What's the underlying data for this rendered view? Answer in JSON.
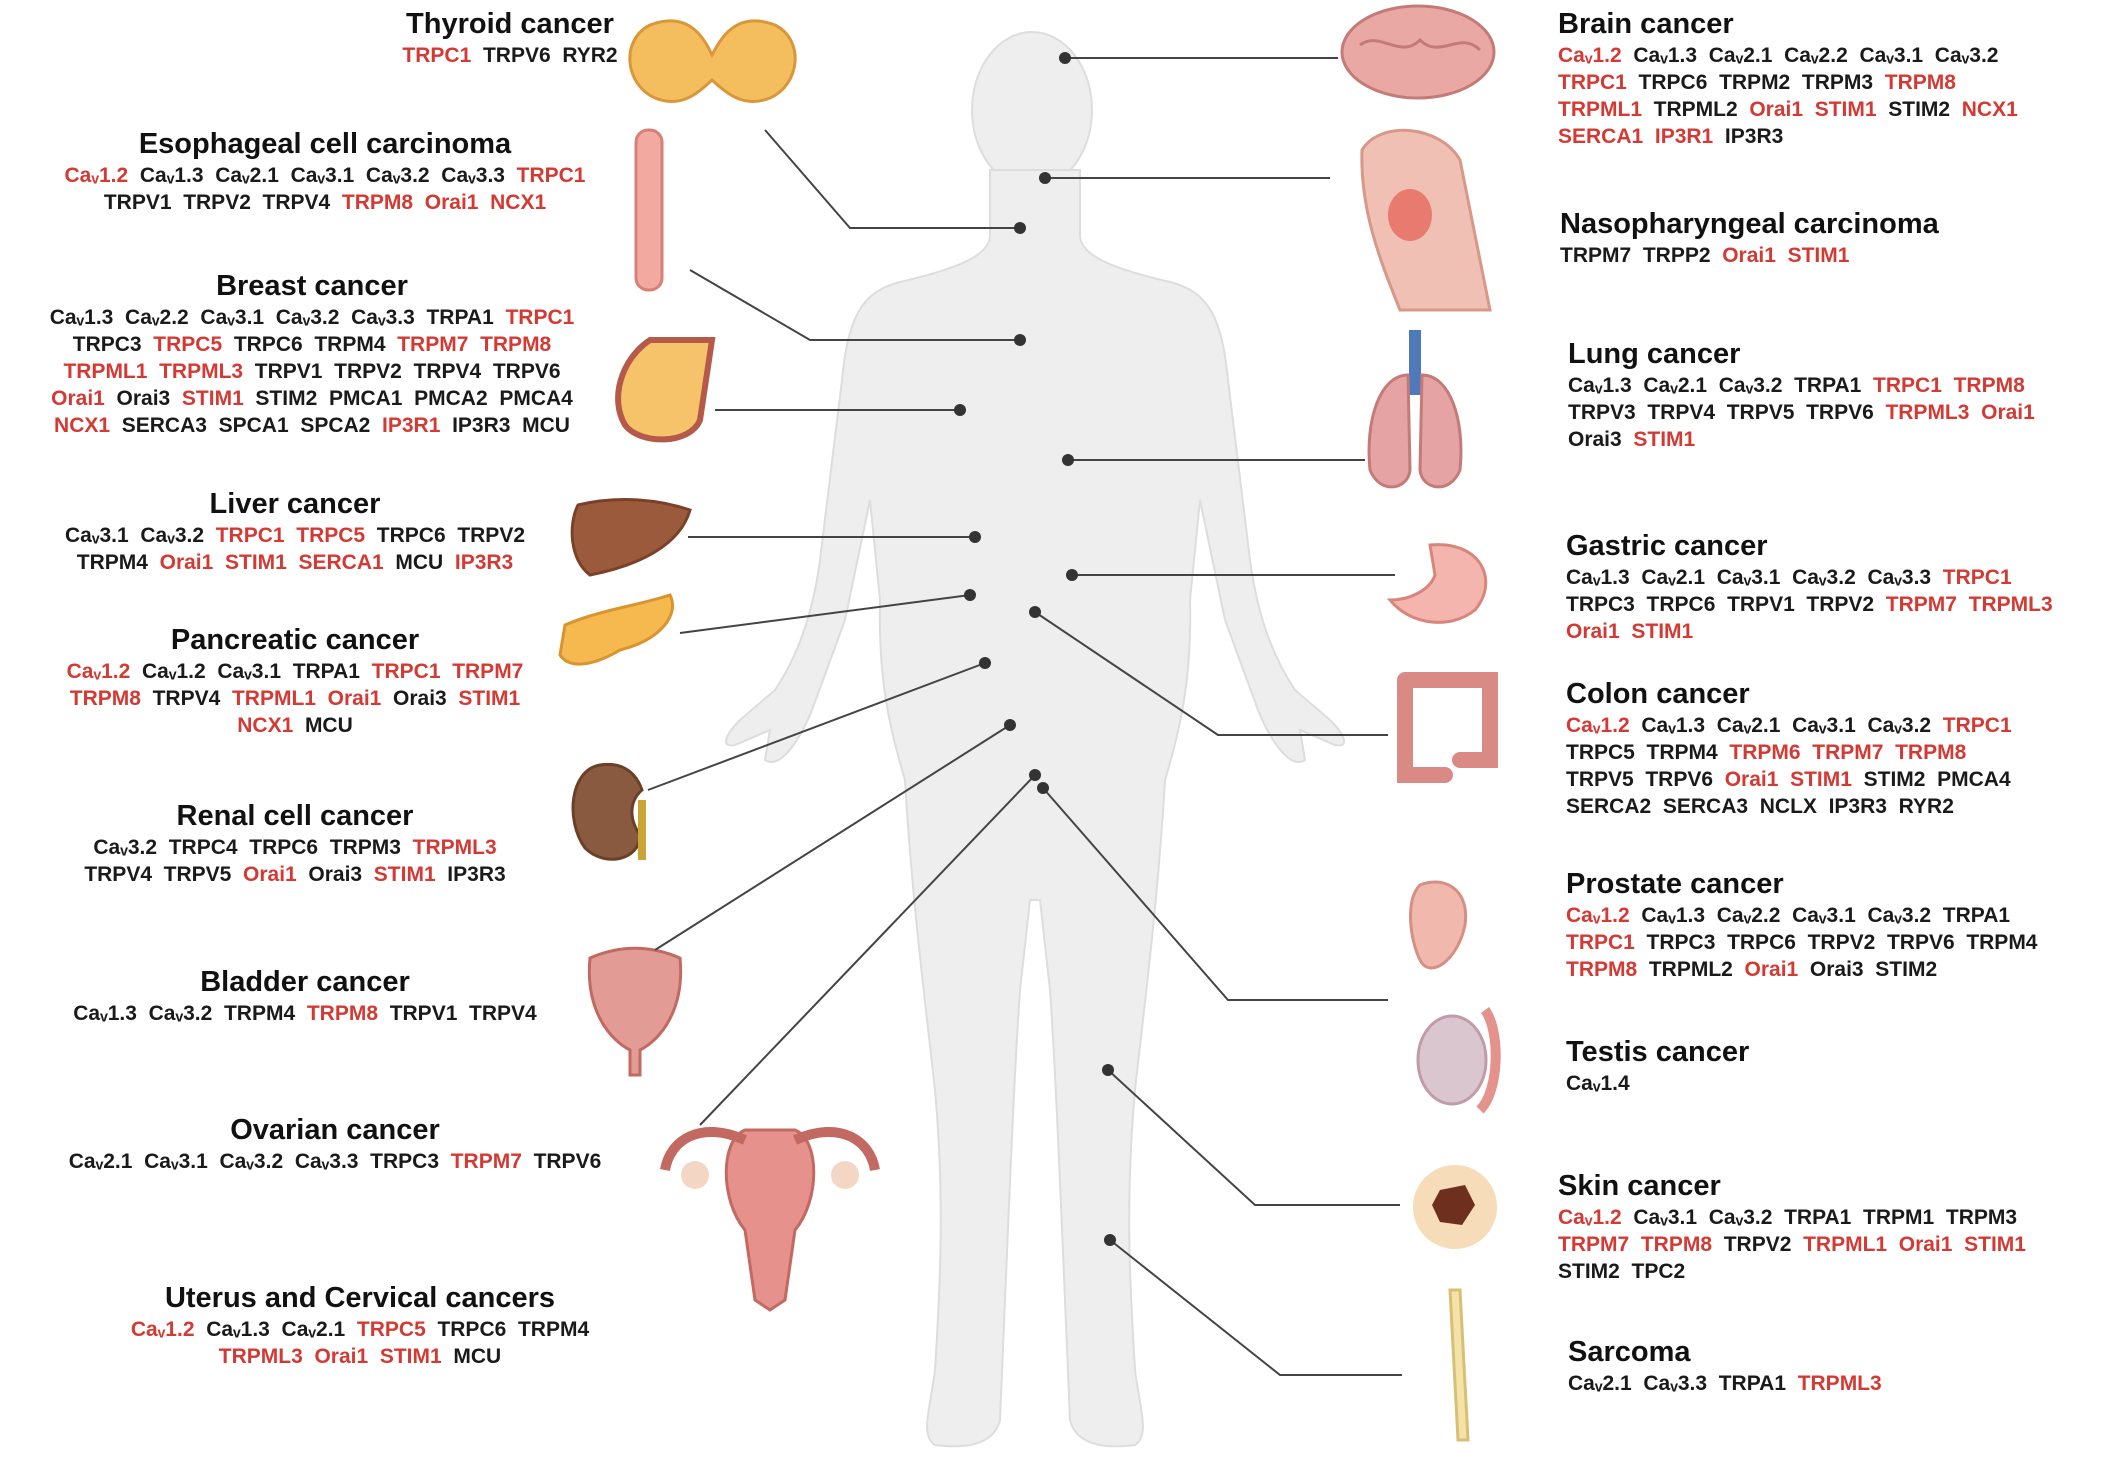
{
  "left": [
    {
      "id": "thyroid",
      "title": "Thyroid cancer",
      "lines": [
        [
          [
            "TRPC1",
            1
          ],
          [
            "TRPV6",
            0
          ],
          [
            "RYR2",
            0
          ]
        ]
      ]
    },
    {
      "id": "esophageal",
      "title": "Esophageal cell carcinoma",
      "lines": [
        [
          [
            "Caᵥ1.2",
            1
          ],
          [
            "Caᵥ1.3",
            0
          ],
          [
            "Caᵥ2.1",
            0
          ],
          [
            "Caᵥ3.1",
            0
          ],
          [
            "Caᵥ3.2",
            0
          ],
          [
            "Caᵥ3.3",
            0
          ],
          [
            "TRPC1",
            1
          ]
        ],
        [
          [
            "TRPV1",
            0
          ],
          [
            "TRPV2",
            0
          ],
          [
            "TRPV4",
            0
          ],
          [
            "TRPM8",
            1
          ],
          [
            "Orai1",
            1
          ],
          [
            "NCX1",
            1
          ]
        ]
      ]
    },
    {
      "id": "breast",
      "title": "Breast cancer",
      "lines": [
        [
          [
            "Caᵥ1.3",
            0
          ],
          [
            "Caᵥ2.2",
            0
          ],
          [
            "Caᵥ3.1",
            0
          ],
          [
            "Caᵥ3.2",
            0
          ],
          [
            "Caᵥ3.3",
            0
          ],
          [
            "TRPA1",
            0
          ],
          [
            "TRPC1",
            1
          ]
        ],
        [
          [
            "TRPC3",
            0
          ],
          [
            "TRPC5",
            1
          ],
          [
            "TRPC6",
            0
          ],
          [
            "TRPM4",
            0
          ],
          [
            "TRPM7",
            1
          ],
          [
            "TRPM8",
            1
          ]
        ],
        [
          [
            "TRPML1",
            1
          ],
          [
            "TRPML3",
            1
          ],
          [
            "TRPV1",
            0
          ],
          [
            "TRPV2",
            0
          ],
          [
            "TRPV4",
            0
          ],
          [
            "TRPV6",
            0
          ]
        ],
        [
          [
            "Orai1",
            1
          ],
          [
            "Orai3",
            0
          ],
          [
            "STIM1",
            1
          ],
          [
            "STIM2",
            0
          ],
          [
            "PMCA1",
            0
          ],
          [
            "PMCA2",
            0
          ],
          [
            "PMCA4",
            0
          ]
        ],
        [
          [
            "NCX1",
            1
          ],
          [
            "SERCA3",
            0
          ],
          [
            "SPCA1",
            0
          ],
          [
            "SPCA2",
            0
          ],
          [
            "IP3R1",
            1
          ],
          [
            "IP3R3",
            0
          ],
          [
            "MCU",
            0
          ]
        ]
      ]
    },
    {
      "id": "liver",
      "title": "Liver cancer",
      "lines": [
        [
          [
            "Caᵥ3.1",
            0
          ],
          [
            "Caᵥ3.2",
            0
          ],
          [
            "TRPC1",
            1
          ],
          [
            "TRPC5",
            1
          ],
          [
            "TRPC6",
            0
          ],
          [
            "TRPV2",
            0
          ]
        ],
        [
          [
            "TRPM4",
            0
          ],
          [
            "Orai1",
            1
          ],
          [
            "STIM1",
            1
          ],
          [
            "SERCA1",
            1
          ],
          [
            "MCU",
            0
          ],
          [
            "IP3R3",
            1
          ]
        ]
      ]
    },
    {
      "id": "pancreatic",
      "title": "Pancreatic cancer",
      "lines": [
        [
          [
            "Caᵥ1.2",
            1
          ],
          [
            "Caᵥ1.2",
            0
          ],
          [
            "Caᵥ3.1",
            0
          ],
          [
            "TRPA1",
            0
          ],
          [
            "TRPC1",
            1
          ],
          [
            "TRPM7",
            1
          ]
        ],
        [
          [
            "TRPM8",
            1
          ],
          [
            "TRPV4",
            0
          ],
          [
            "TRPML1",
            1
          ],
          [
            "Orai1",
            1
          ],
          [
            "Orai3",
            0
          ],
          [
            "STIM1",
            1
          ]
        ],
        [
          [
            "NCX1",
            1
          ],
          [
            "MCU",
            0
          ]
        ]
      ]
    },
    {
      "id": "renal",
      "title": "Renal cell cancer",
      "lines": [
        [
          [
            "Caᵥ3.2",
            0
          ],
          [
            "TRPC4",
            0
          ],
          [
            "TRPC6",
            0
          ],
          [
            "TRPM3",
            0
          ],
          [
            "TRPML3",
            1
          ]
        ],
        [
          [
            "TRPV4",
            0
          ],
          [
            "TRPV5",
            0
          ],
          [
            "Orai1",
            1
          ],
          [
            "Orai3",
            0
          ],
          [
            "STIM1",
            1
          ],
          [
            "IP3R3",
            0
          ]
        ]
      ]
    },
    {
      "id": "bladder",
      "title": "Bladder cancer",
      "lines": [
        [
          [
            "Caᵥ1.3",
            0
          ],
          [
            "Caᵥ3.2",
            0
          ],
          [
            "TRPM4",
            0
          ],
          [
            "TRPM8",
            1
          ],
          [
            "TRPV1",
            0
          ],
          [
            "TRPV4",
            0
          ]
        ]
      ]
    },
    {
      "id": "ovarian",
      "title": "Ovarian cancer",
      "lines": [
        [
          [
            "Caᵥ2.1",
            0
          ],
          [
            "Caᵥ3.1",
            0
          ],
          [
            "Caᵥ3.2",
            0
          ],
          [
            "Caᵥ3.3",
            0
          ],
          [
            "TRPC3",
            0
          ],
          [
            "TRPM7",
            1
          ],
          [
            "TRPV6",
            0
          ]
        ]
      ]
    },
    {
      "id": "uterus",
      "title": "Uterus and Cervical cancers",
      "lines": [
        [
          [
            "Caᵥ1.2",
            1
          ],
          [
            "Caᵥ1.3",
            0
          ],
          [
            "Caᵥ2.1",
            0
          ],
          [
            "TRPC5",
            1
          ],
          [
            "TRPC6",
            0
          ],
          [
            "TRPM4",
            0
          ]
        ],
        [
          [
            "TRPML3",
            1
          ],
          [
            "Orai1",
            1
          ],
          [
            "STIM1",
            1
          ],
          [
            "MCU",
            0
          ]
        ]
      ]
    }
  ],
  "right": [
    {
      "id": "brain",
      "title": "Brain cancer",
      "lines": [
        [
          [
            "Caᵥ1.2",
            1
          ],
          [
            "Caᵥ1.3",
            0
          ],
          [
            "Caᵥ2.1",
            0
          ],
          [
            "Caᵥ2.2",
            0
          ],
          [
            "Caᵥ3.1",
            0
          ],
          [
            "Caᵥ3.2",
            0
          ]
        ],
        [
          [
            "TRPC1",
            1
          ],
          [
            "TRPC6",
            0
          ],
          [
            "TRPM2",
            0
          ],
          [
            "TRPM3",
            0
          ],
          [
            "TRPM8",
            1
          ]
        ],
        [
          [
            "TRPML1",
            1
          ],
          [
            "TRPML2",
            0
          ],
          [
            "Orai1",
            1
          ],
          [
            "STIM1",
            1
          ],
          [
            "STIM2",
            0
          ],
          [
            "NCX1",
            1
          ]
        ],
        [
          [
            "SERCA1",
            1
          ],
          [
            "IP3R1",
            1
          ],
          [
            "IP3R3",
            0
          ]
        ]
      ]
    },
    {
      "id": "nasopharyngeal",
      "title": "Nasopharyngeal carcinoma",
      "lines": [
        [
          [
            "TRPM7",
            0
          ],
          [
            "TRPP2",
            0
          ],
          [
            "Orai1",
            1
          ],
          [
            "STIM1",
            1
          ]
        ]
      ]
    },
    {
      "id": "lung",
      "title": "Lung cancer",
      "lines": [
        [
          [
            "Caᵥ1.3",
            0
          ],
          [
            "Caᵥ2.1",
            0
          ],
          [
            "Caᵥ3.2",
            0
          ],
          [
            "TRPA1",
            0
          ],
          [
            "TRPC1",
            1
          ],
          [
            "TRPM8",
            1
          ]
        ],
        [
          [
            "TRPV3",
            0
          ],
          [
            "TRPV4",
            0
          ],
          [
            "TRPV5",
            0
          ],
          [
            "TRPV6",
            0
          ],
          [
            "TRPML3",
            1
          ],
          [
            "Orai1",
            1
          ]
        ],
        [
          [
            "Orai3",
            0
          ],
          [
            "STIM1",
            1
          ]
        ]
      ]
    },
    {
      "id": "gastric",
      "title": "Gastric cancer",
      "lines": [
        [
          [
            "Caᵥ1.3",
            0
          ],
          [
            "Caᵥ2.1",
            0
          ],
          [
            "Caᵥ3.1",
            0
          ],
          [
            "Caᵥ3.2",
            0
          ],
          [
            "Caᵥ3.3",
            0
          ],
          [
            "TRPC1",
            1
          ]
        ],
        [
          [
            "TRPC3",
            0
          ],
          [
            "TRPC6",
            0
          ],
          [
            "TRPV1",
            0
          ],
          [
            "TRPV2",
            0
          ],
          [
            "TRPM7",
            1
          ],
          [
            "TRPML3",
            1
          ]
        ],
        [
          [
            "Orai1",
            1
          ],
          [
            "STIM1",
            1
          ]
        ]
      ]
    },
    {
      "id": "colon",
      "title": "Colon cancer",
      "lines": [
        [
          [
            "Caᵥ1.2",
            1
          ],
          [
            "Caᵥ1.3",
            0
          ],
          [
            "Caᵥ2.1",
            0
          ],
          [
            "Caᵥ3.1",
            0
          ],
          [
            "Caᵥ3.2",
            0
          ],
          [
            "TRPC1",
            1
          ]
        ],
        [
          [
            "TRPC5",
            0
          ],
          [
            "TRPM4",
            0
          ],
          [
            "TRPM6",
            1
          ],
          [
            "TRPM7",
            1
          ],
          [
            "TRPM8",
            1
          ]
        ],
        [
          [
            "TRPV5",
            0
          ],
          [
            "TRPV6",
            0
          ],
          [
            "Orai1",
            1
          ],
          [
            "STIM1",
            1
          ],
          [
            "STIM2",
            0
          ],
          [
            "PMCA4",
            0
          ]
        ],
        [
          [
            "SERCA2",
            0
          ],
          [
            "SERCA3",
            0
          ],
          [
            "NCLX",
            0
          ],
          [
            "IP3R3",
            0
          ],
          [
            "RYR2",
            0
          ]
        ]
      ]
    },
    {
      "id": "prostate",
      "title": "Prostate cancer",
      "lines": [
        [
          [
            "Caᵥ1.2",
            1
          ],
          [
            "Caᵥ1.3",
            0
          ],
          [
            "Caᵥ2.2",
            0
          ],
          [
            "Caᵥ3.1",
            0
          ],
          [
            "Caᵥ3.2",
            0
          ],
          [
            "TRPA1",
            0
          ]
        ],
        [
          [
            "TRPC1",
            1
          ],
          [
            "TRPC3",
            0
          ],
          [
            "TRPC6",
            0
          ],
          [
            "TRPV2",
            0
          ],
          [
            "TRPV6",
            0
          ],
          [
            "TRPM4",
            0
          ]
        ],
        [
          [
            "TRPM8",
            1
          ],
          [
            "TRPML2",
            0
          ],
          [
            "Orai1",
            1
          ],
          [
            "Orai3",
            0
          ],
          [
            "STIM2",
            0
          ]
        ]
      ]
    },
    {
      "id": "testis",
      "title": "Testis cancer",
      "lines": [
        [
          [
            "Caᵥ1.4",
            0
          ]
        ]
      ]
    },
    {
      "id": "skin",
      "title": "Skin cancer",
      "lines": [
        [
          [
            "Caᵥ1.2",
            1
          ],
          [
            "Caᵥ3.1",
            0
          ],
          [
            "Caᵥ3.2",
            0
          ],
          [
            "TRPA1",
            0
          ],
          [
            "TRPM1",
            0
          ],
          [
            "TRPM3",
            0
          ]
        ],
        [
          [
            "TRPM7",
            1
          ],
          [
            "TRPM8",
            1
          ],
          [
            "TRPV2",
            0
          ],
          [
            "TRPML1",
            1
          ],
          [
            "Orai1",
            1
          ],
          [
            "STIM1",
            1
          ]
        ],
        [
          [
            "STIM2",
            0
          ],
          [
            "TPC2",
            0
          ]
        ]
      ]
    },
    {
      "id": "sarcoma",
      "title": "Sarcoma",
      "lines": [
        [
          [
            "Caᵥ2.1",
            0
          ],
          [
            "Caᵥ3.3",
            0
          ],
          [
            "TRPA1",
            0
          ],
          [
            "TRPML3",
            1
          ]
        ]
      ]
    }
  ],
  "colors": {
    "highlight": "#d43a34",
    "normal": "#1a1a1a",
    "body": "#eeeeee",
    "leader": "#444444"
  }
}
